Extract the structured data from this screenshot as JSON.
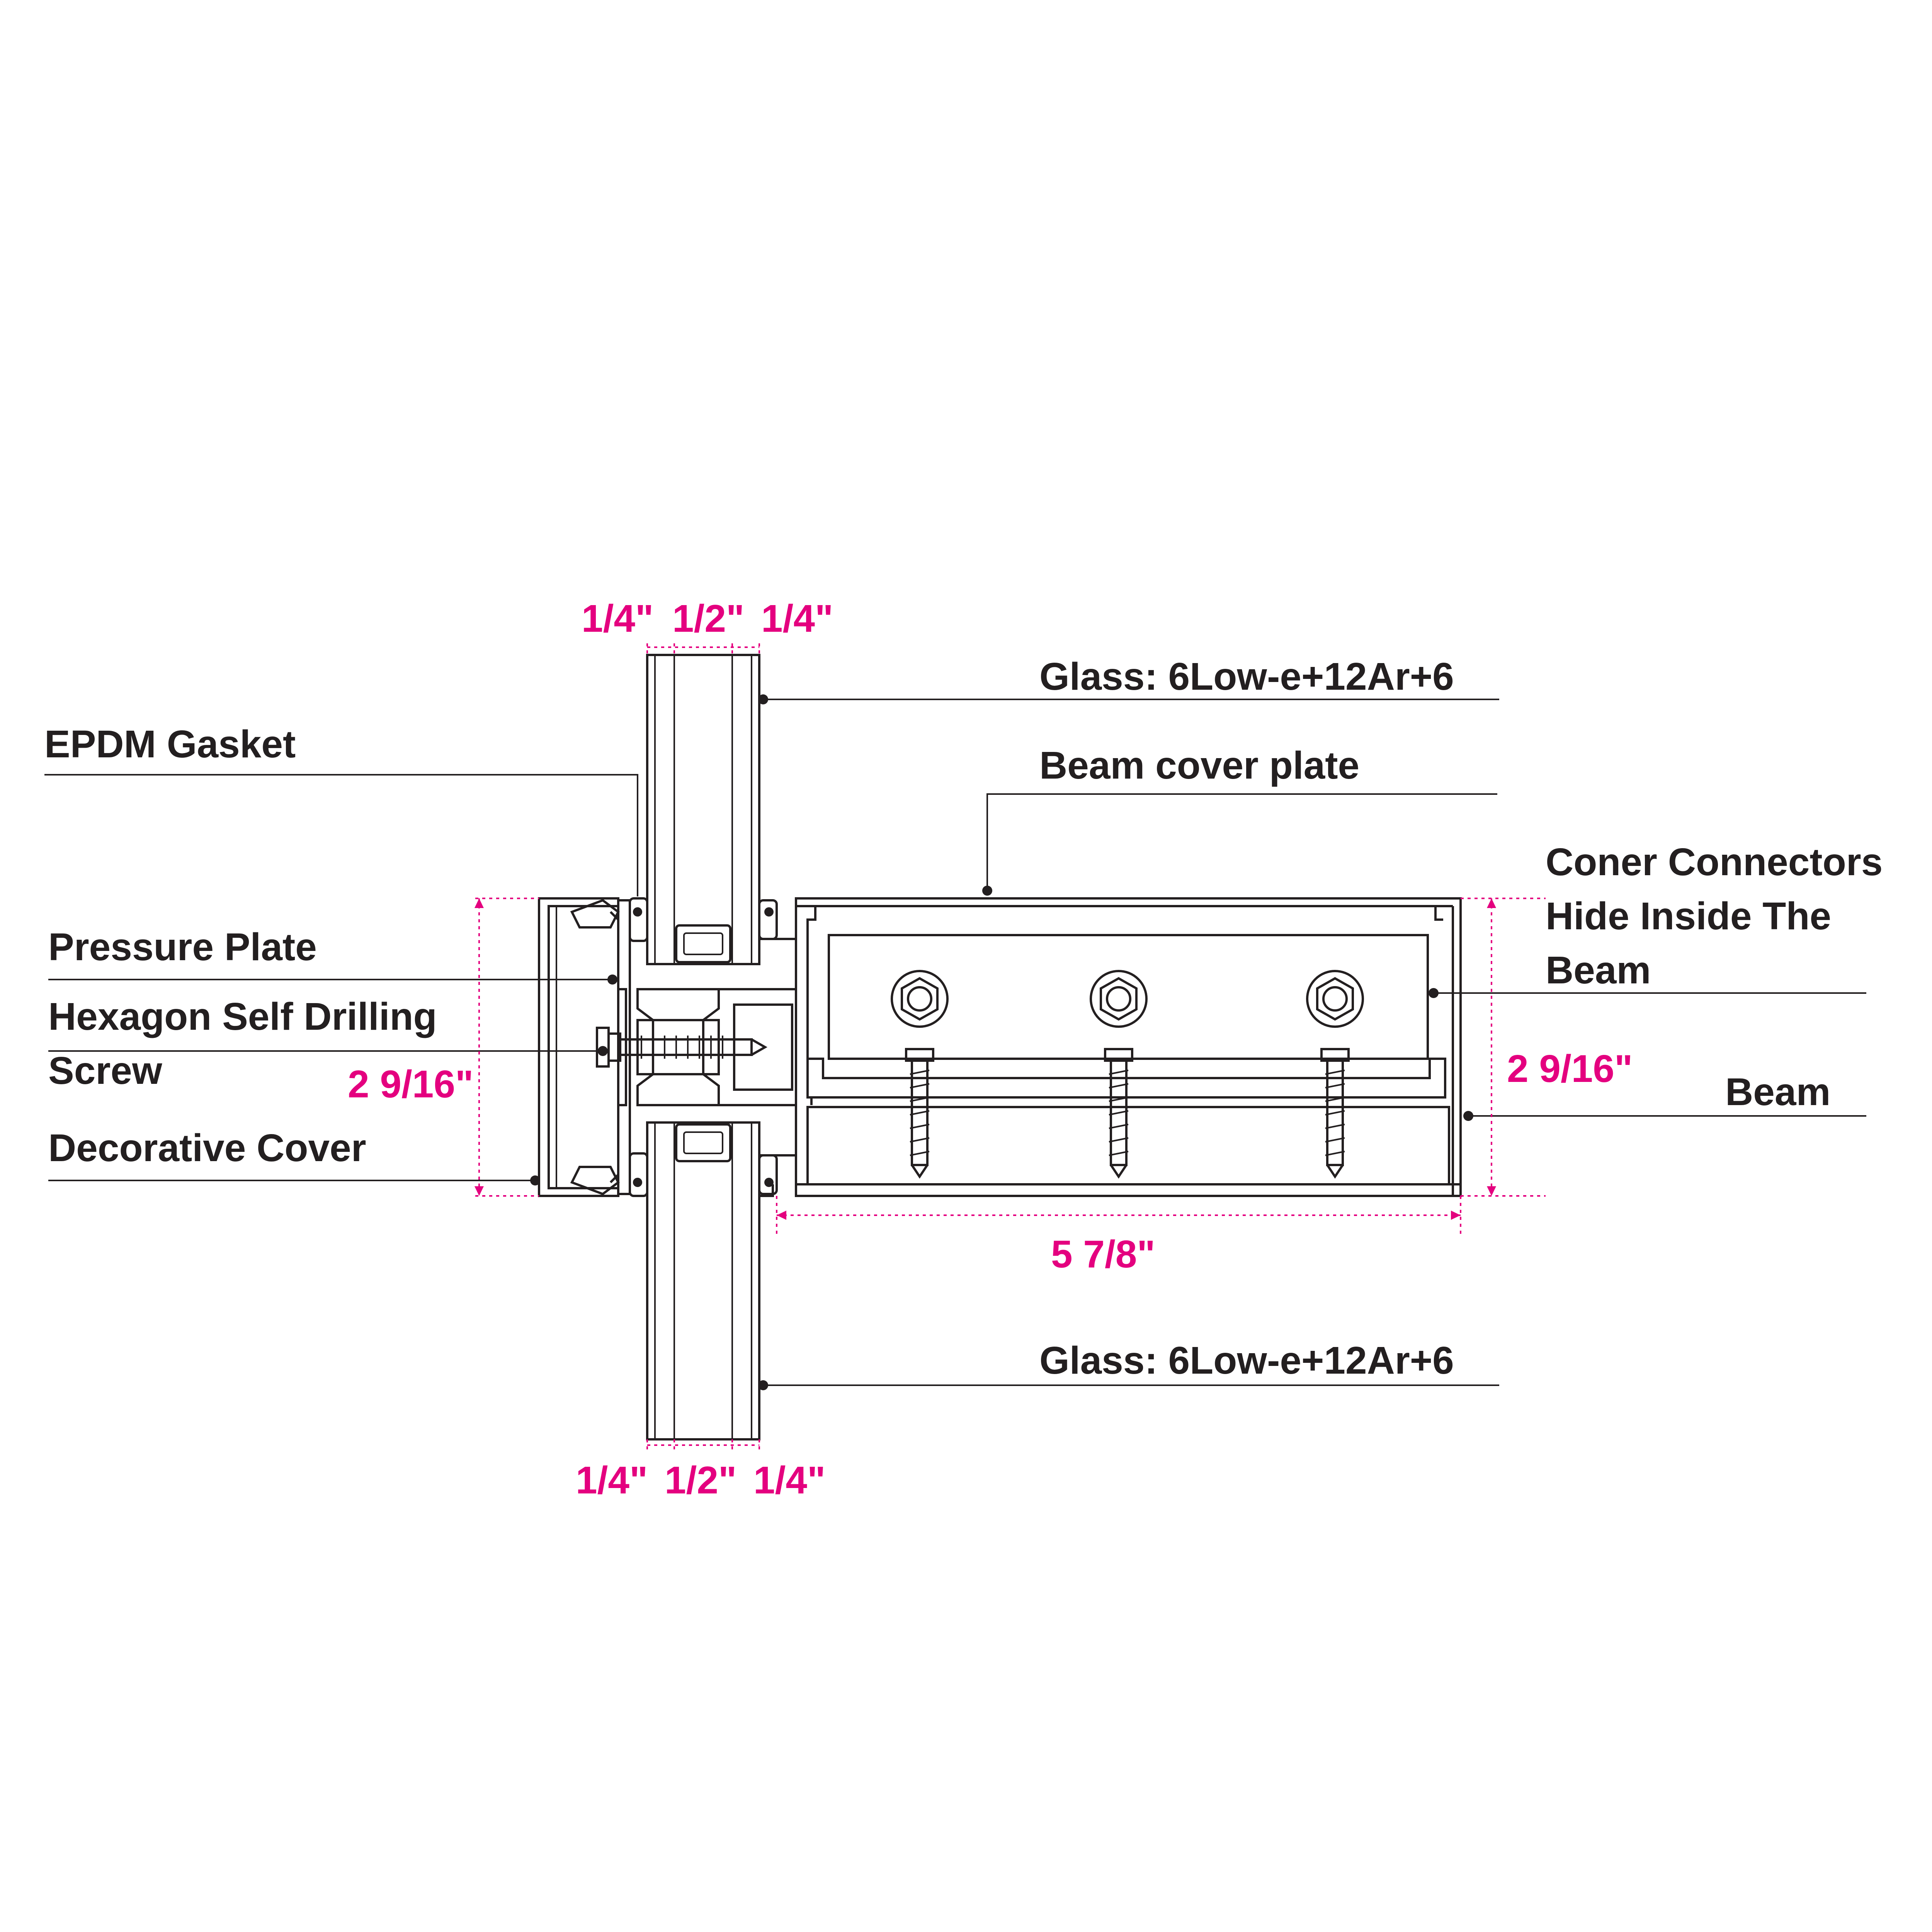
{
  "labels": {
    "glass_top": "Glass: 6Low-e+12Ar+6",
    "glass_bottom": "Glass: 6Low-e+12Ar+6",
    "beam_cover_plate": "Beam cover plate",
    "epdm_gasket": "EPDM Gasket",
    "corner_connectors": [
      "Coner Connectors",
      "Hide Inside The",
      "Beam"
    ],
    "pressure_plate": "Pressure Plate",
    "hex_screw": [
      "Hexagon Self Drilling",
      "Screw"
    ],
    "decorative_cover": "Decorative Cover",
    "beam": "Beam"
  },
  "dimensions": {
    "top_glass": [
      "1/4\"",
      "1/2\"",
      "1/4\""
    ],
    "bottom_glass": [
      "1/4\"",
      "1/2\"",
      "1/4\""
    ],
    "left_height": "2 9/16\"",
    "right_height": "2 9/16\"",
    "beam_width": "5 7/8\""
  },
  "colors": {
    "line": "#231f20",
    "dimension": "#e4007f",
    "background": "#ffffff"
  }
}
